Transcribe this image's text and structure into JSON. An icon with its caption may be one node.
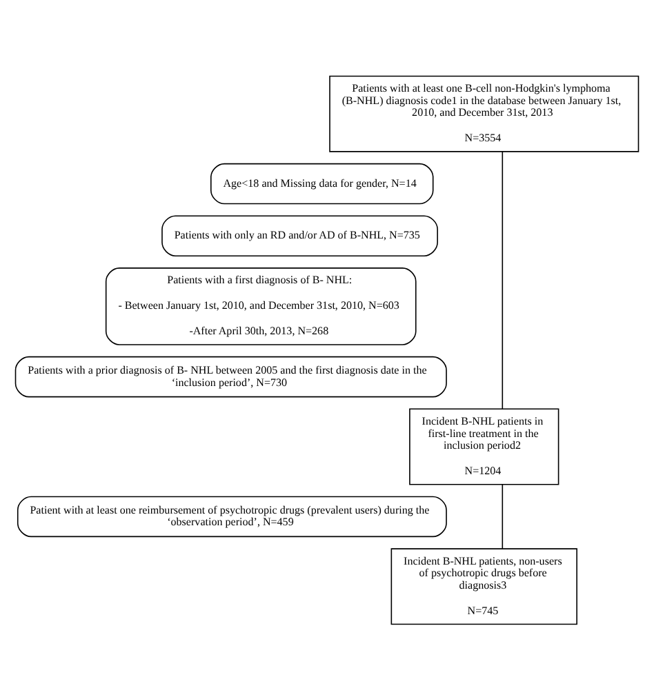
{
  "diagram": {
    "nodes": [
      {
        "text": [
          "Patients with at least one B-cell non-Hodgkin's lymphoma (B-NHL) diagnosis code1 in the database between January 1st, 2010, and December 31st, 2013",
          "N=3554"
        ]
      },
      {
        "text": [
          "Age<18 and Missing data for gender, N=14"
        ]
      },
      {
        "text": [
          "Patients with only an RD and/or AD of B-NHL, N=735"
        ]
      },
      {
        "text": [
          "Patients with a first diagnosis of B- NHL:",
          "- Between January 1st, 2010, and December 31st, 2010, N=603",
          "-After April 30th, 2013, N=268"
        ]
      },
      {
        "text": [
          "Patients with a prior diagnosis of B- NHL between 2005 and the first diagnosis date in the ‘inclusion period’, N=730"
        ]
      },
      {
        "text": [
          "Incident B-NHL patients in first-line treatment in the inclusion period2",
          "N=1204"
        ]
      },
      {
        "text": [
          "Patient with at least one reimbursement of psychotropic drugs (prevalent users) during the ‘observation period’, N=459"
        ]
      },
      {
        "text": [
          "Incident B-NHL patients, non-users of psychotropic drugs before diagnosis3",
          "N=745"
        ]
      }
    ],
    "edges": [
      {
        "from": 0,
        "to": 5,
        "arrow": "none"
      },
      {
        "from": 5,
        "to": 7,
        "arrow": "none"
      }
    ]
  }
}
